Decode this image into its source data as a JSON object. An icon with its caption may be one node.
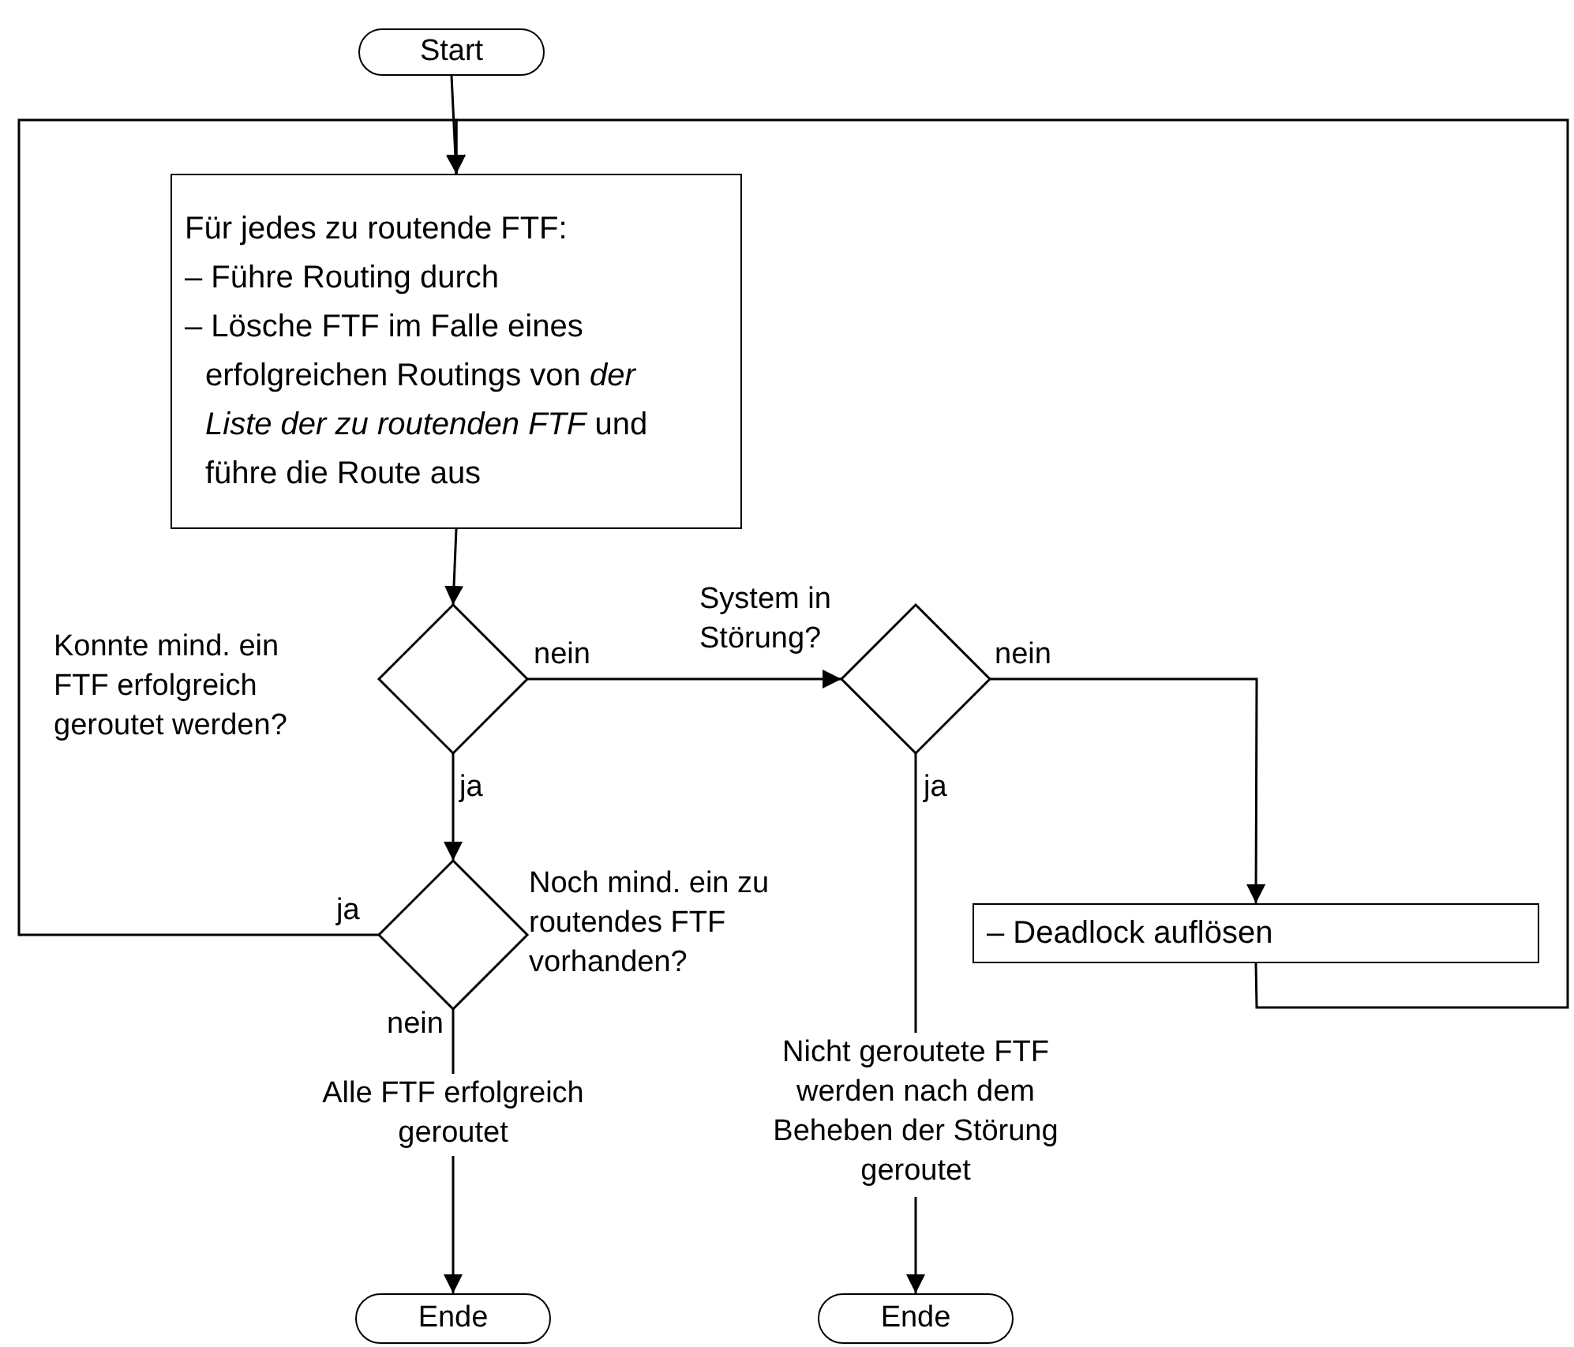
{
  "diagram": {
    "nodes": [
      {
        "text": [
          "Start"
        ]
      },
      {
        "text": [
          "Für jedes zu routende FTF:",
          "– Führe Routing durch",
          "– Lösche FTF im Falle eines erfolgreichen Routings von *der Liste der zu routenden FTF* und führe die Route aus"
        ]
      },
      {
        "text": [],
        "shape": "diamond",
        "beside": [
          "Konnte mind. ein FTF erfolgreich geroutet werden?"
        ]
      },
      {
        "text": [],
        "shape": "diamond",
        "beside": [
          "System in Störung?"
        ]
      },
      {
        "text": [],
        "shape": "diamond",
        "beside": [
          "Noch mind. ein zu routendes FTF vorhanden?"
        ]
      },
      {
        "text": [
          "– Deadlock auflösen"
        ]
      },
      {
        "text": [
          "Alle FTF erfolgreich geroutet"
        ]
      },
      {
        "text": [
          "Nicht geroutete FTF werden nach dem Beheben der Störung geroutet"
        ]
      },
      {
        "text": [
          "Ende"
        ]
      },
      {
        "text": [
          "Ende"
        ]
      }
    ],
    "edges": [
      {
        "from": 0,
        "to": 1,
        "arrow": "to"
      },
      {
        "from": 1,
        "to": 2,
        "arrow": "to"
      },
      {
        "from": 2,
        "to": 3,
        "arrow": "to",
        "label": "nein"
      },
      {
        "from": 2,
        "to": 4,
        "arrow": "to",
        "label": "ja"
      },
      {
        "from": 3,
        "to": 5,
        "arrow": "to",
        "label": "nein"
      },
      {
        "from": 3,
        "to": 7,
        "arrow": "none",
        "label": "ja"
      },
      {
        "from": 4,
        "to": 1,
        "arrow": "to",
        "label": "ja"
      },
      {
        "from": 4,
        "to": 6,
        "arrow": "none",
        "label": "nein"
      },
      {
        "from": 5,
        "to": 1,
        "arrow": "to"
      },
      {
        "from": 6,
        "to": 8,
        "arrow": "to"
      },
      {
        "from": 7,
        "to": 9,
        "arrow": "to"
      }
    ]
  }
}
